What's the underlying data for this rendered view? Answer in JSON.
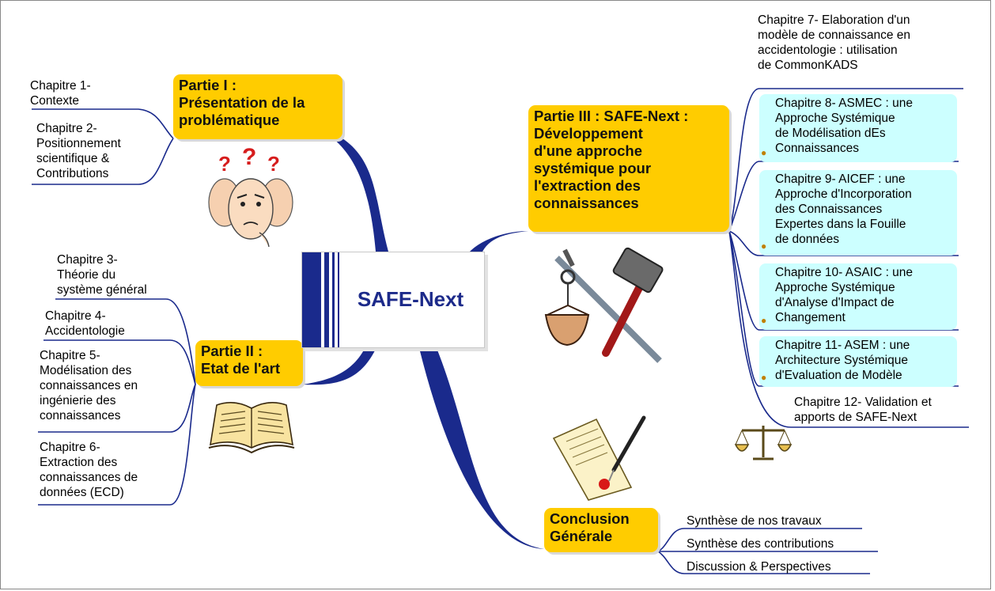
{
  "center": {
    "title": "SAFE-Next"
  },
  "parts": {
    "p1": "Partie I :\nPrésentation de la\nproblématique",
    "p2": "Partie II :\nEtat de l'art",
    "p3": "Partie III : SAFE-Next :\nDéveloppement\nd'une approche\nsystémique pour\nl'extraction des\nconnaissances",
    "concl": "Conclusion\nGénérale"
  },
  "chapters": {
    "c1": "Chapitre 1-\nContexte",
    "c2": "Chapitre 2-\nPositionnement\nscientifique &\nContributions",
    "c3": "Chapitre 3-\nThéorie du\nsystème général",
    "c4": "Chapitre 4-\nAccidentologie",
    "c5": "Chapitre 5-\nModélisation des\nconnaissances en\ningénierie des\nconnaissances",
    "c6": "Chapitre 6-\nExtraction des\nconnaissances de\ndonnées (ECD)",
    "c7": "Chapitre 7- Elaboration d'un\nmodèle de connaissance en\naccidentologie : utilisation\nde CommonKADS",
    "c8": "Chapitre 8- ASMEC : une\nApproche Systémique\nde Modélisation dEs\nConnaissances",
    "c9": "Chapitre 9- AICEF : une\nApproche d'Incorporation\ndes Connaissances\nExpertes dans la Fouille\nde données",
    "c10": "Chapitre 10- ASAIC : une\nApproche Systémique\nd'Analyse d'Impact de\nChangement",
    "c11": "Chapitre 11- ASEM : une\nArchitecture Systémique\nd'Evaluation de Modèle",
    "c12": "Chapitre 12- Validation et\napports de SAFE-Next"
  },
  "conclusion_items": [
    "Synthèse de nos travaux",
    "Synthèse des contributions",
    "Discussion & Perspectives"
  ],
  "icons": {
    "p1": "confused-thinking-face-icon",
    "p2": "open-book-icon",
    "p3": "hammer-and-scale-icon",
    "c12": "balance-scale-icon",
    "concl": "scroll-and-pen-icon",
    "note": "lightbulb-icon"
  },
  "colors": {
    "branch": "#1a2a8c",
    "part_fill": "#ffcc00",
    "note_fill": "#ccffff",
    "title": "#1c2a8a"
  }
}
